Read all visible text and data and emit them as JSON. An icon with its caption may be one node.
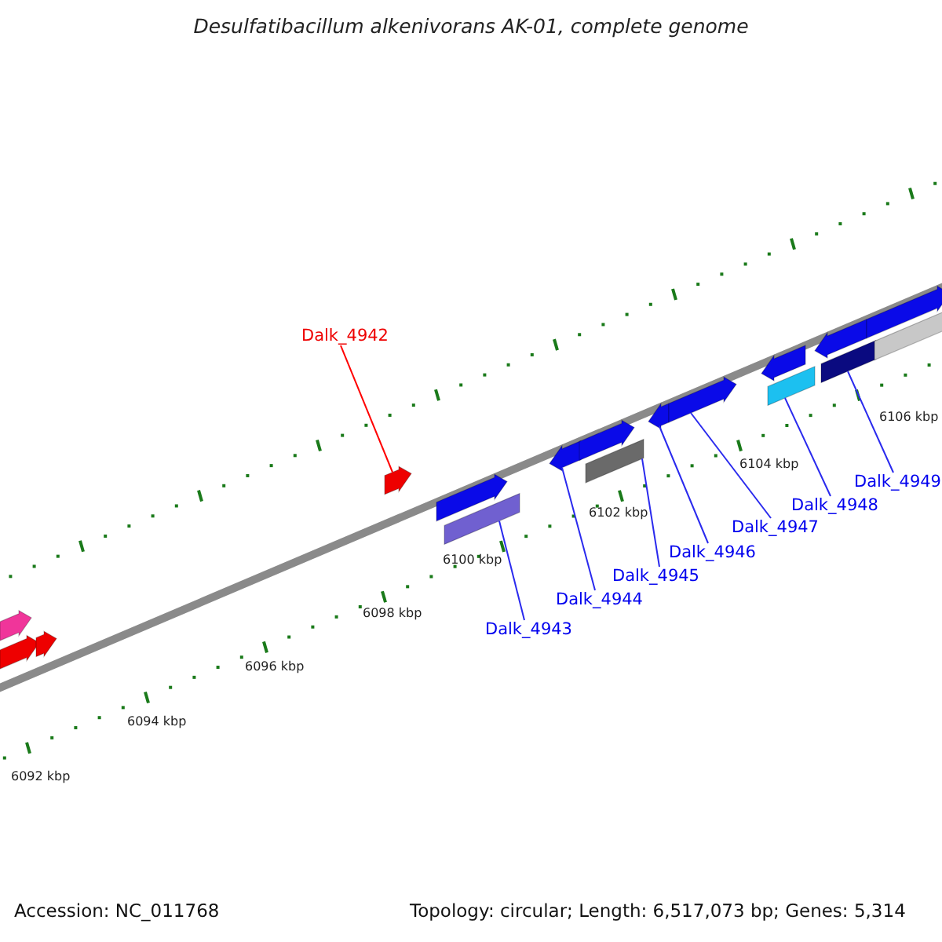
{
  "diagram": {
    "title": "Desulfatibacillum alkenivorans AK-01, complete genome",
    "nodes": [
      {
        "text": [
          "Dalk_4942"
        ]
      },
      {
        "text": [
          "Dalk_4943"
        ]
      },
      {
        "text": [
          "Dalk_4944"
        ]
      },
      {
        "text": [
          "Dalk_4945"
        ]
      },
      {
        "text": [
          "Dalk_4946"
        ]
      },
      {
        "text": [
          "Dalk_4947"
        ]
      },
      {
        "text": [
          "Dalk_4948"
        ]
      },
      {
        "text": [
          "Dalk_4949"
        ]
      },
      {
        "text": [],
        "shape": "arrow"
      },
      {
        "text": [],
        "shape": "arrow"
      },
      {
        "text": [],
        "shape": "arrow"
      },
      {
        "text": [],
        "shape": "arrow"
      },
      {
        "text": [],
        "shape": "arrow"
      },
      {
        "text": [],
        "shape": "bar"
      },
      {
        "text": [],
        "shape": "arrow"
      },
      {
        "text": [],
        "shape": "arrow"
      },
      {
        "text": [],
        "shape": "bar"
      },
      {
        "text": [],
        "shape": "arrow"
      },
      {
        "text": [],
        "shape": "arrow"
      },
      {
        "text": [],
        "shape": "arrow"
      },
      {
        "text": [],
        "shape": "bar"
      },
      {
        "text": [],
        "shape": "arrow"
      },
      {
        "text": [],
        "shape": "bar"
      },
      {
        "text": [],
        "shape": "arrow"
      },
      {
        "text": [],
        "shape": "bar"
      }
    ],
    "edges": [
      {
        "from": 0,
        "to": 11,
        "arrow": "none",
        "color": "#ff0000"
      },
      {
        "from": 1,
        "to": 13,
        "arrow": "none"
      },
      {
        "from": 2,
        "to": 14,
        "arrow": "none"
      },
      {
        "from": 3,
        "to": 16,
        "arrow": "none"
      },
      {
        "from": 4,
        "to": 17,
        "arrow": "none"
      },
      {
        "from": 5,
        "to": 18,
        "arrow": "none"
      },
      {
        "from": 6,
        "to": 20,
        "arrow": "none"
      },
      {
        "from": 7,
        "to": 22,
        "arrow": "none"
      }
    ],
    "labels": [
      "6092 kbp",
      "6094 kbp",
      "6096 kbp",
      "6098 kbp",
      "6100 kbp",
      "6102 kbp",
      "6104 kbp",
      "6106 kbp",
      "Accession: NC_011768",
      "Topology: circular; Length: 6,517,073 bp; Genes: 5,314"
    ]
  }
}
